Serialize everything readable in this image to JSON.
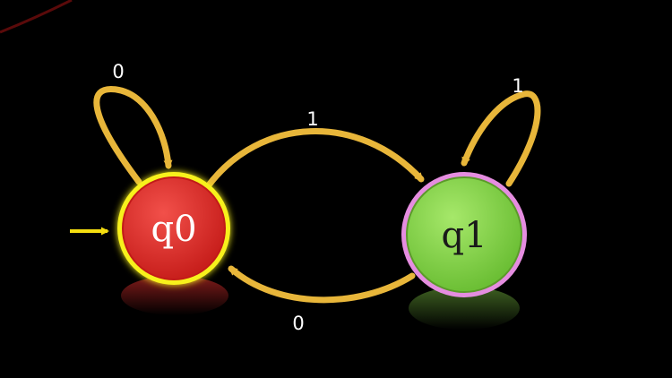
{
  "states": [
    {
      "id": "q0",
      "label": "q0",
      "fill": "#e8312f",
      "ring": "#f7f11c",
      "text": "#ffffff",
      "initial": true
    },
    {
      "id": "q1",
      "label": "q1",
      "fill": "#8bd94b",
      "ring": "#e58de0",
      "text": "#1a1a1a",
      "initial": false
    }
  ],
  "transitions": [
    {
      "from": "q0",
      "to": "q0",
      "symbol": "0"
    },
    {
      "from": "q0",
      "to": "q1",
      "symbol": "1"
    },
    {
      "from": "q1",
      "to": "q1",
      "symbol": "1"
    },
    {
      "from": "q1",
      "to": "q0",
      "symbol": "0"
    }
  ],
  "colors": {
    "arrow": "#e8b63a",
    "start_arrow": "#f5de10",
    "background": "#000000"
  }
}
